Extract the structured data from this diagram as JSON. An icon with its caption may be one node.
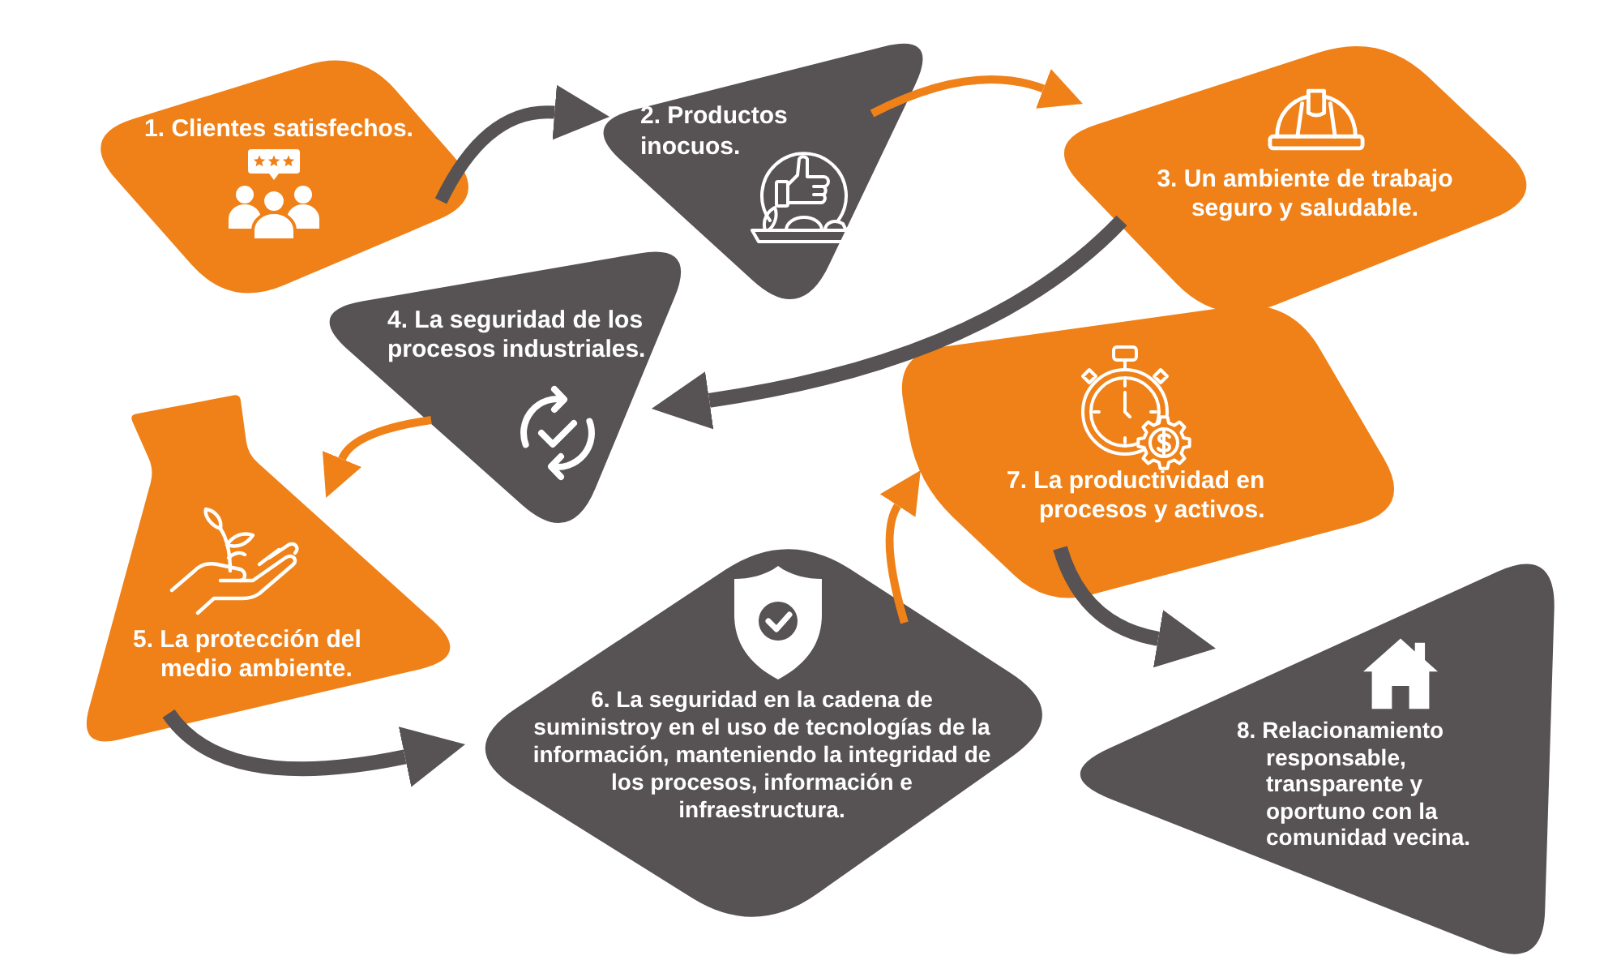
{
  "diagram": {
    "nodes": [
      {
        "text": [
          "1. Clientes satisfechos."
        ]
      },
      {
        "text": [
          "2. Productos inocuos."
        ]
      },
      {
        "text": [
          "3. Un ambiente de trabajo seguro y saludable."
        ]
      },
      {
        "text": [
          "4. La seguridad de los procesos industriales."
        ]
      },
      {
        "text": [
          "5. La protección del medio ambiente."
        ]
      },
      {
        "text": [
          "6. La seguridad en la cadena de suministroy en el uso de tecnologías de la información, manteniendo la integridad de los procesos, información e infraestructura."
        ]
      },
      {
        "text": [
          "7. La productividad en procesos y activos."
        ]
      },
      {
        "text": [
          "8. Relacionamiento responsable, transparente y oportuno con la comunidad vecina."
        ]
      }
    ],
    "edges": [
      {
        "from": 0,
        "to": 1,
        "arrow": "to"
      },
      {
        "from": 1,
        "to": 2,
        "arrow": "to",
        "color": "#ef8118"
      },
      {
        "from": 2,
        "to": 3,
        "arrow": "to"
      },
      {
        "from": 3,
        "to": 4,
        "arrow": "to",
        "color": "#ef8118"
      },
      {
        "from": 4,
        "to": 5,
        "arrow": "to"
      },
      {
        "from": 5,
        "to": 6,
        "arrow": "to",
        "color": "#ef8118"
      },
      {
        "from": 6,
        "to": 7,
        "arrow": "to"
      }
    ]
  }
}
